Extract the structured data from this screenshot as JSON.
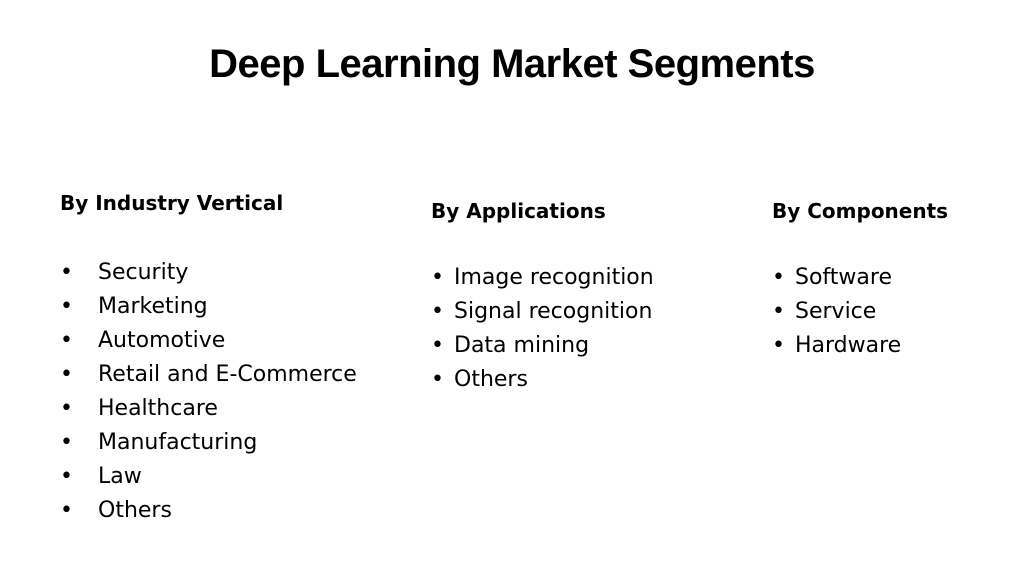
{
  "title": "Deep Learning Market Segments",
  "columns": [
    {
      "heading": "By Industry Vertical",
      "items": [
        "Security",
        "Marketing",
        "Automotive",
        "Retail and E-Commerce",
        "Healthcare",
        "Manufacturing",
        "Law",
        "Others"
      ]
    },
    {
      "heading": "By Applications",
      "items": [
        "Image recognition",
        "Signal recognition",
        "Data mining",
        "Others"
      ]
    },
    {
      "heading": "By Components",
      "items": [
        "Software",
        "Service",
        "Hardware"
      ]
    }
  ],
  "bullet_symbol": "•"
}
